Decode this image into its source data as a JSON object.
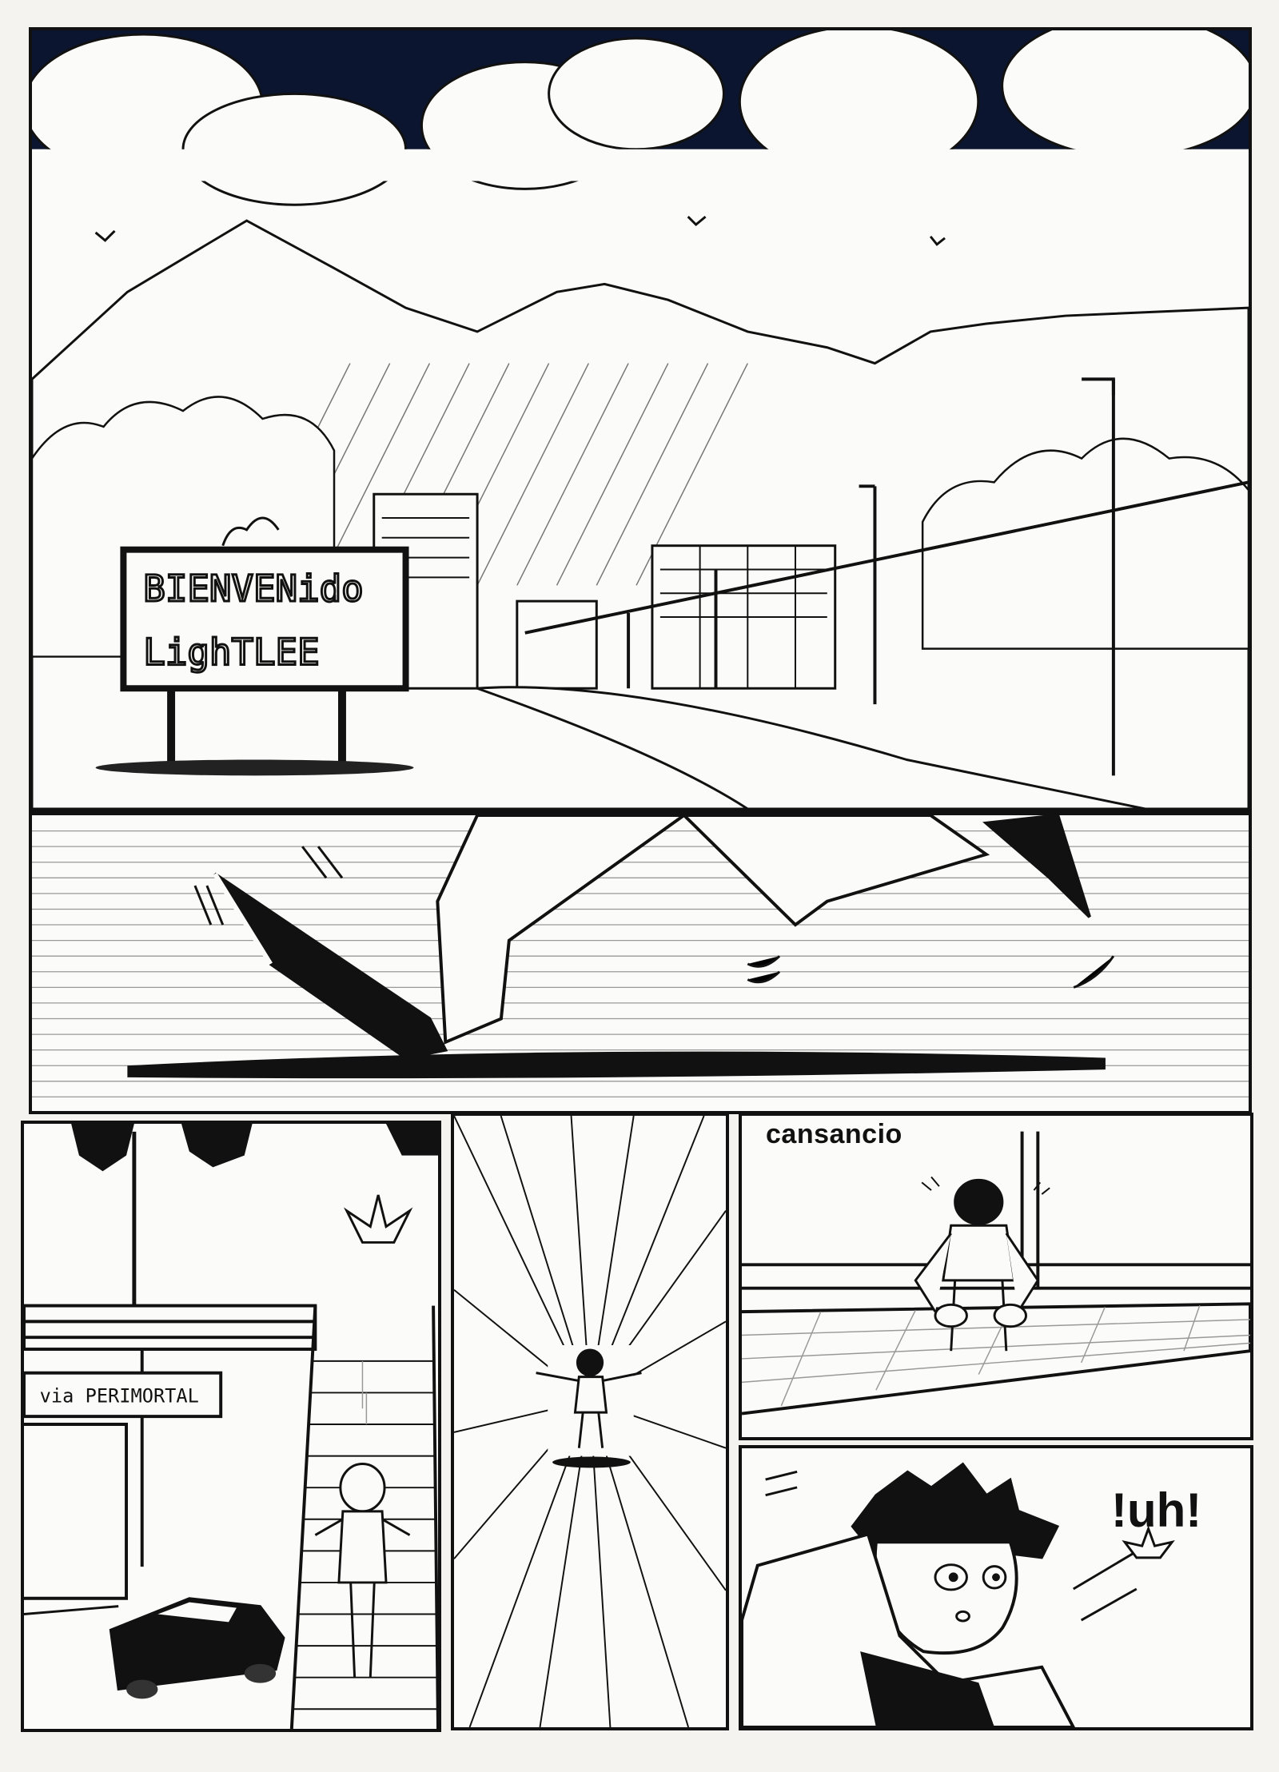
{
  "panels": {
    "p1": {
      "sign_line1": "BIENVENido",
      "sign_line2": "LighTLEE"
    },
    "p3": {
      "road_sign": "via PERIMORTAL"
    },
    "p5": {
      "caption": "cansancio"
    },
    "p6": {
      "sfx": "!uh!"
    }
  },
  "colors": {
    "ink": "#111111",
    "paper": "#fbfbf9",
    "night_sky": "#0b1530"
  }
}
